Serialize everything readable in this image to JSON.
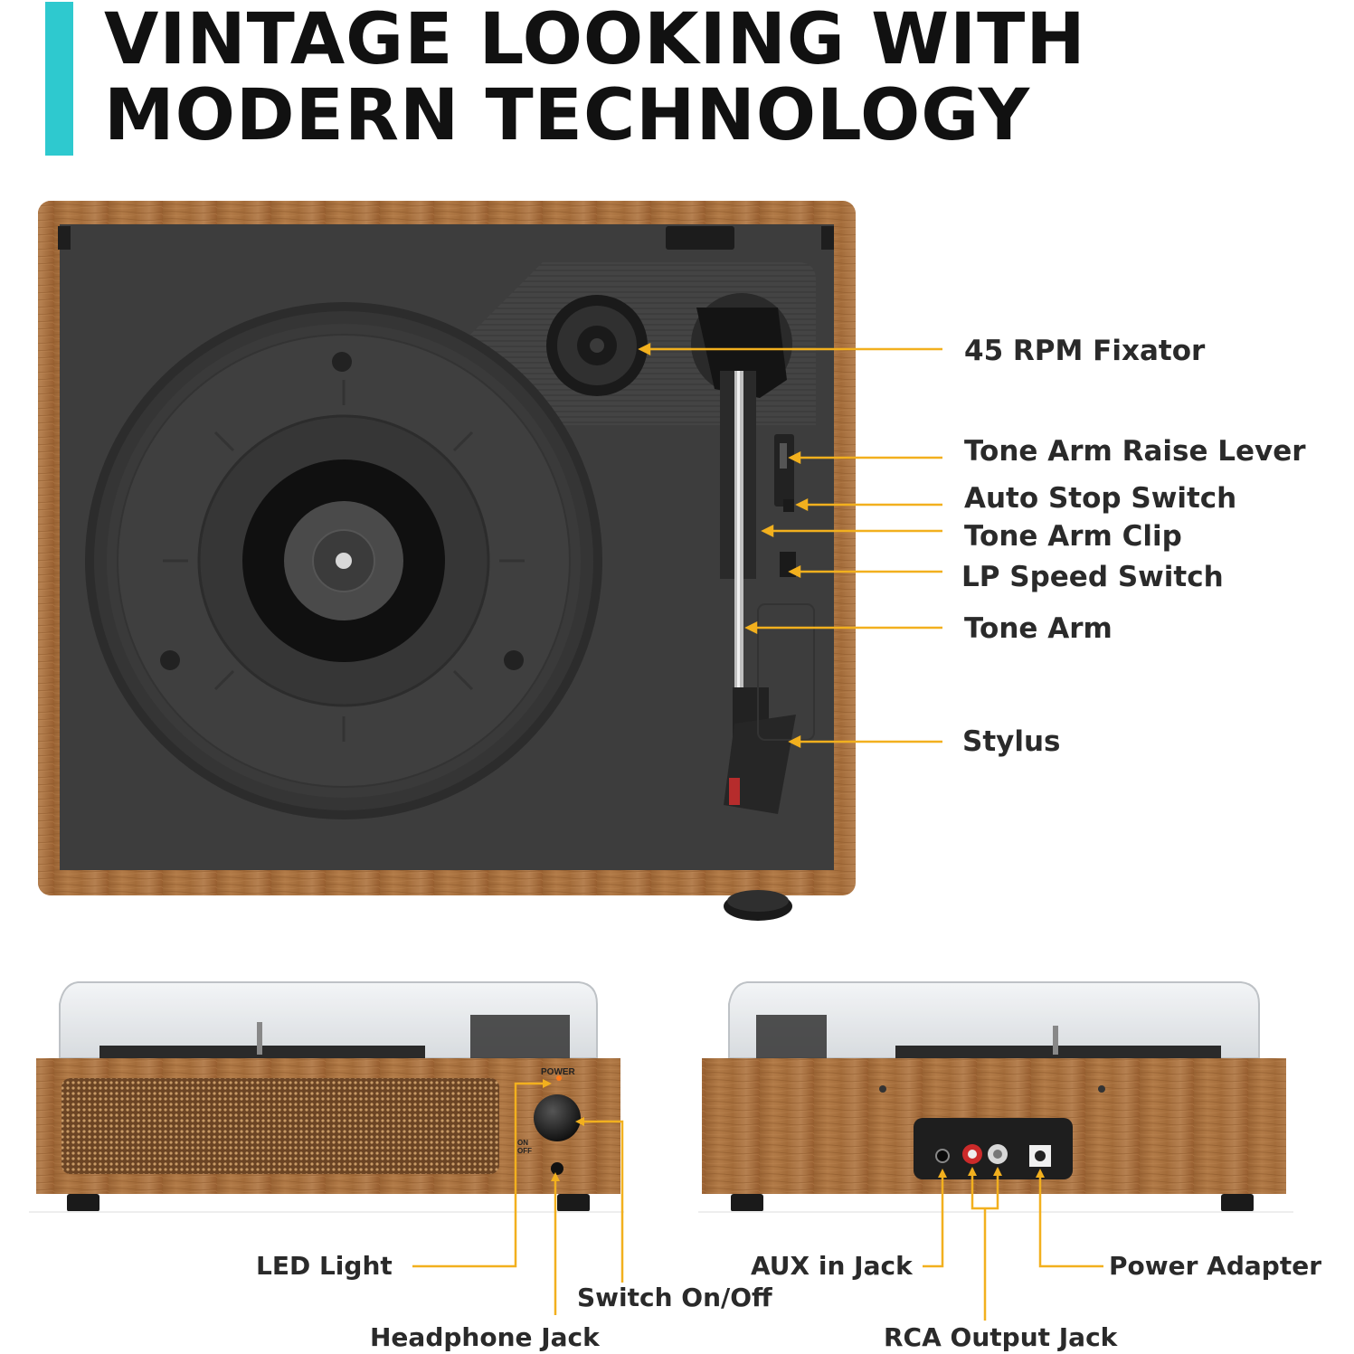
{
  "headline": {
    "line1": "VINTAGE LOOKING WITH",
    "line2": "MODERN TECHNOLOGY"
  },
  "top_view_labels": {
    "fixator": "45 RPM Fixator",
    "raise_lever": "Tone Arm Raise Lever",
    "auto_stop": "Auto Stop Switch",
    "arm_clip": "Tone Arm Clip",
    "speed_switch": "LP Speed Switch",
    "tone_arm": "Tone Arm",
    "stylus": "Stylus"
  },
  "front_view": {
    "panel_power_text": "POWER",
    "panel_on_text": "ON",
    "panel_off_text": "OFF",
    "labels": {
      "led": "LED Light",
      "switch": "Switch On/Off",
      "headphone": "Headphone Jack"
    }
  },
  "back_view": {
    "labels": {
      "aux": "AUX in Jack",
      "power_adapter": "Power Adapter",
      "rca": "RCA Output Jack"
    }
  },
  "colors": {
    "accent": "#2ec9cf",
    "callout_line": "#f2b01e",
    "wood": "#a8703e",
    "deck": "#3b3b3b"
  }
}
